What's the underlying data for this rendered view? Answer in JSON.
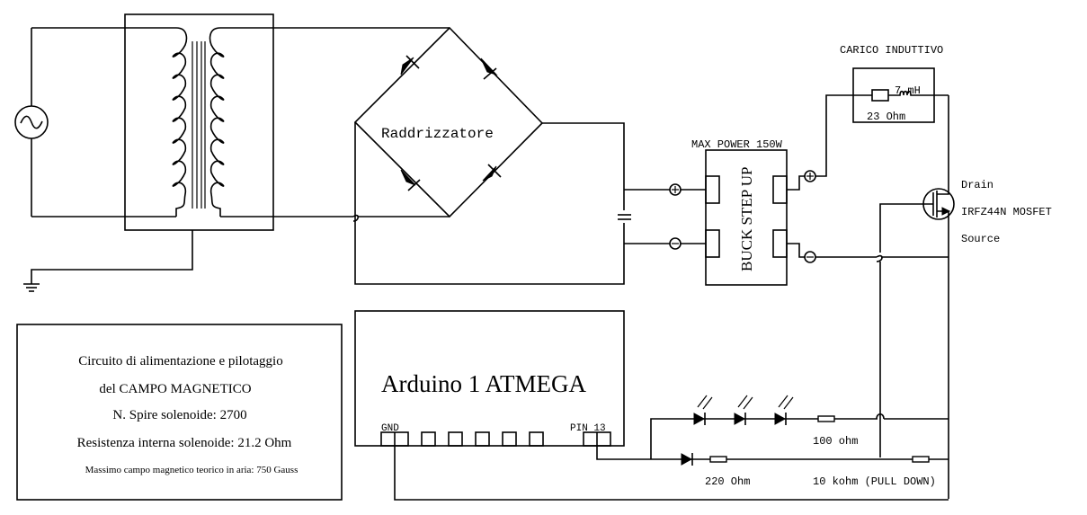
{
  "diagram": {
    "title": "Circuito di alimentazione e pilotaggio del CAMPO MAGNETICO",
    "background": "#ffffff",
    "stroke_color": "#000000"
  },
  "labels": {
    "rectifier": "Raddrizzatore",
    "load_title": "CARICO INDUTTIVO",
    "inductance": "7 mH",
    "load_resistance": "23 Ohm",
    "converter_title": "MAX POWER 150W",
    "converter_name": "BUCK STEP UP",
    "mosfet_drain": "Drain",
    "mosfet_name": "IRFZ44N MOSFET",
    "mosfet_source": "Source",
    "arduino": "Arduino 1 ATMEGA",
    "gnd_pin": "GND",
    "pin13": "PIN 13",
    "led_resistor": "100 ohm",
    "gate_resistor": "220 Ohm",
    "pulldown": "10 kohm (PULL DOWN)",
    "plus": "+",
    "minus": "−"
  },
  "info_box": {
    "line1": "Circuito di alimentazione e pilotaggio",
    "line2": "del CAMPO MAGNETICO",
    "line3": "N. Spire solenoide: 2700",
    "line4": "Resistenza interna solenoide: 21.2 Ohm",
    "line5": "Massimo campo magnetico teorico in aria: 750 Gauss"
  },
  "components": [
    {
      "id": "ac-source",
      "type": "ac-source-icon"
    },
    {
      "id": "transformer",
      "type": "transformer-icon"
    },
    {
      "id": "ground",
      "type": "ground-icon"
    },
    {
      "id": "bridge-rectifier",
      "type": "diode-bridge-icon"
    },
    {
      "id": "filter-capacitor",
      "type": "capacitor-icon"
    },
    {
      "id": "buck-converter",
      "type": "module-box"
    },
    {
      "id": "inductive-load",
      "type": "resistor-inductor-icon"
    },
    {
      "id": "mosfet",
      "type": "nmos-icon"
    },
    {
      "id": "arduino",
      "type": "microcontroller-box"
    },
    {
      "id": "led-chain",
      "type": "led-icon",
      "count": 3
    },
    {
      "id": "diode",
      "type": "diode-icon"
    }
  ]
}
